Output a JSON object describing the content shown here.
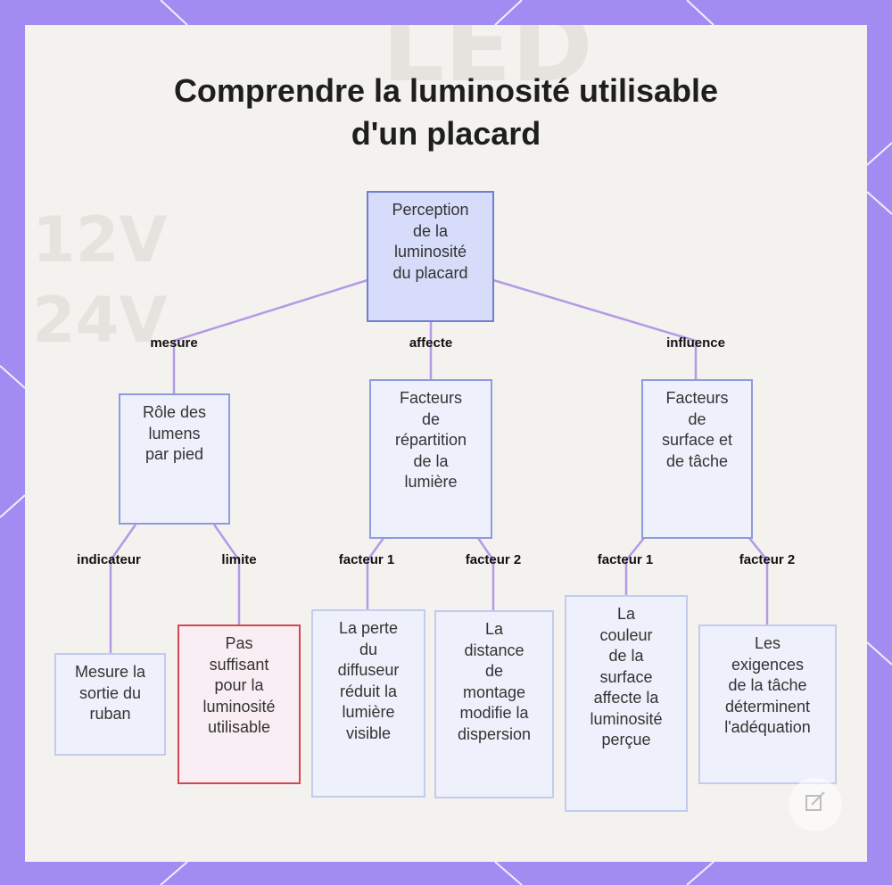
{
  "title_lines": [
    "Comprendre la luminosité utilisable",
    "d'un placard"
  ],
  "colors": {
    "frame": "#a28cf2",
    "panel": "#f4f2ef",
    "edge": "#b39ae6",
    "node_border": "#8f9bdc",
    "node_fill": "#eef1fc",
    "root_fill": "#d7dcfa",
    "alert_border": "#d4474f"
  },
  "nodes": {
    "root": [
      "Perception",
      "de la",
      "luminosité",
      "du placard"
    ],
    "lumens": [
      "Rôle des",
      "lumens",
      "par pied"
    ],
    "repartition": [
      "Facteurs",
      "de",
      "répartition",
      "de la",
      "lumière"
    ],
    "surface": [
      "Facteurs",
      "de",
      "surface et",
      "de tâche"
    ],
    "mesure_ruban": [
      "Mesure la",
      "sortie du",
      "ruban"
    ],
    "pas_suffisant": [
      "Pas",
      "suffisant",
      "pour la",
      "luminosité",
      "utilisable"
    ],
    "perte_diffuseur": [
      "La perte",
      "du",
      "diffuseur",
      "réduit la",
      "lumière",
      "visible"
    ],
    "distance_montage": [
      "La",
      "distance",
      "de",
      "montage",
      "modifie la",
      "dispersion"
    ],
    "couleur_surface": [
      "La",
      "couleur",
      "de la",
      "surface",
      "affecte la",
      "luminosité",
      "perçue"
    ],
    "exigences_tache": [
      "Les",
      "exigences",
      "de la tâche",
      "déterminent",
      "l'adéquation"
    ]
  },
  "edge_labels": {
    "mesure": "mesure",
    "affecte": "affecte",
    "influence": "influence",
    "indicateur": "indicateur",
    "limite": "limite",
    "facteur1_a": "facteur 1",
    "facteur2_a": "facteur 2",
    "facteur1_b": "facteur 1",
    "facteur2_b": "facteur 2"
  },
  "background_ghost_text": [
    "LED",
    "12V",
    "24V"
  ]
}
